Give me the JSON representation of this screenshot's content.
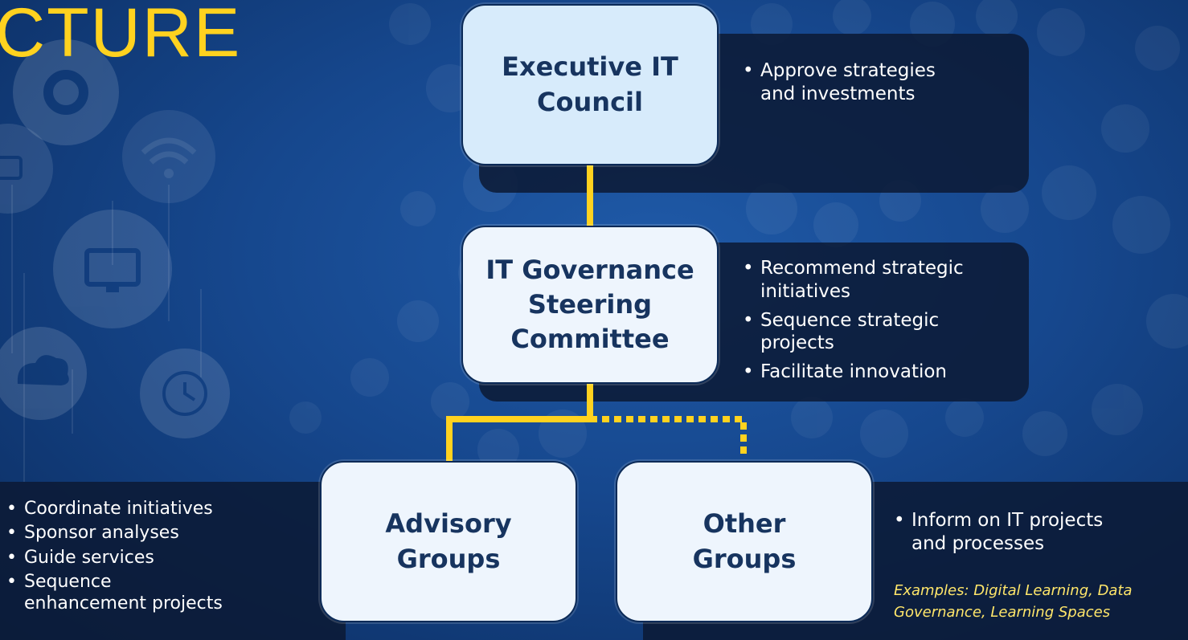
{
  "title_fragment": "CTURE",
  "colors": {
    "accent_yellow": "#ffd21f",
    "example_text": "#ffe66a",
    "node_fill": "#eef5fd",
    "node_text": "#17345f",
    "panel_fill": "#0c1a34"
  },
  "icons": [
    "gear-icon",
    "battery-icon",
    "wifi-icon",
    "monitor-icon",
    "cloud-icon",
    "clock-icon"
  ],
  "nodes": {
    "executive": {
      "label": "Executive IT Council"
    },
    "steering": {
      "lines": [
        "IT Governance",
        "Steering",
        "Committee"
      ]
    },
    "advisory": {
      "lines": [
        "Advisory",
        "Groups"
      ]
    },
    "other": {
      "lines": [
        "Other",
        "Groups"
      ]
    }
  },
  "descriptions": {
    "executive": [
      "Approve strategies and investments"
    ],
    "steering": [
      "Recommend strategic initiatives",
      "Sequence strategic projects",
      "Facilitate innovation"
    ],
    "advisory": [
      "Coordinate initiatives",
      "Sponsor analyses",
      "Guide services",
      "Sequence enhancement projects"
    ],
    "other": [
      "Inform on IT projects and processes"
    ],
    "other_examples": "Examples: Digital Learning, Data Governance, Learning Spaces"
  }
}
